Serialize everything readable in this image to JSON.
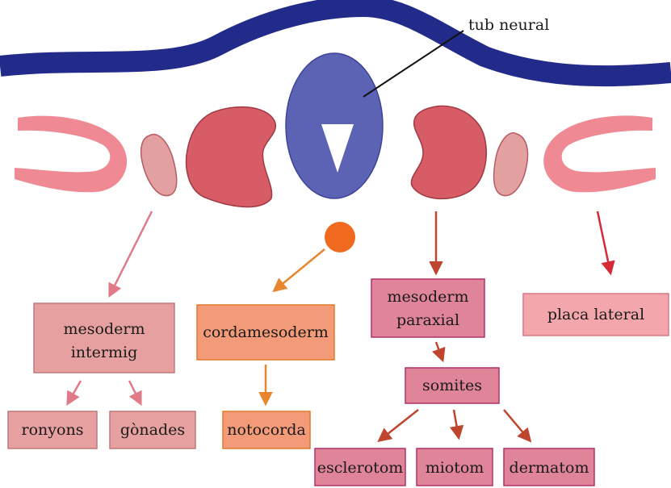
{
  "diagram": {
    "callout": "tub neural",
    "boxes": {
      "mesoderm_intermig": [
        "mesoderm",
        "intermig"
      ],
      "cordamesoderm": "cordamesoderm",
      "mesoderm_paraxial": [
        "mesoderm",
        "paraxial"
      ],
      "placa_lateral": "placa lateral",
      "somites": "somites",
      "ronyons": "ronyons",
      "gonades": "gònades",
      "notocorda": "notocorda",
      "esclerotom": "esclerotom",
      "miotom": "miotom",
      "dermatom": "dermatom"
    },
    "colors": {
      "ectoderm": "#232b8a",
      "neural_tube": "#5c63b5",
      "lateral_plate": "#ef8a94",
      "intermediate": "#e2a0a0",
      "somite": "#d85c66",
      "notochord": "#ef6a1f",
      "box_intermig": "#e6a0a0",
      "box_cordamesoderm": "#f39a78",
      "box_paraxial": "#e0849a",
      "box_lateral": "#f3a6ac",
      "arrow_pink": "#e07a86",
      "arrow_orange": "#e8862e",
      "arrow_brown": "#c0452e",
      "arrow_red": "#d62a38"
    }
  }
}
